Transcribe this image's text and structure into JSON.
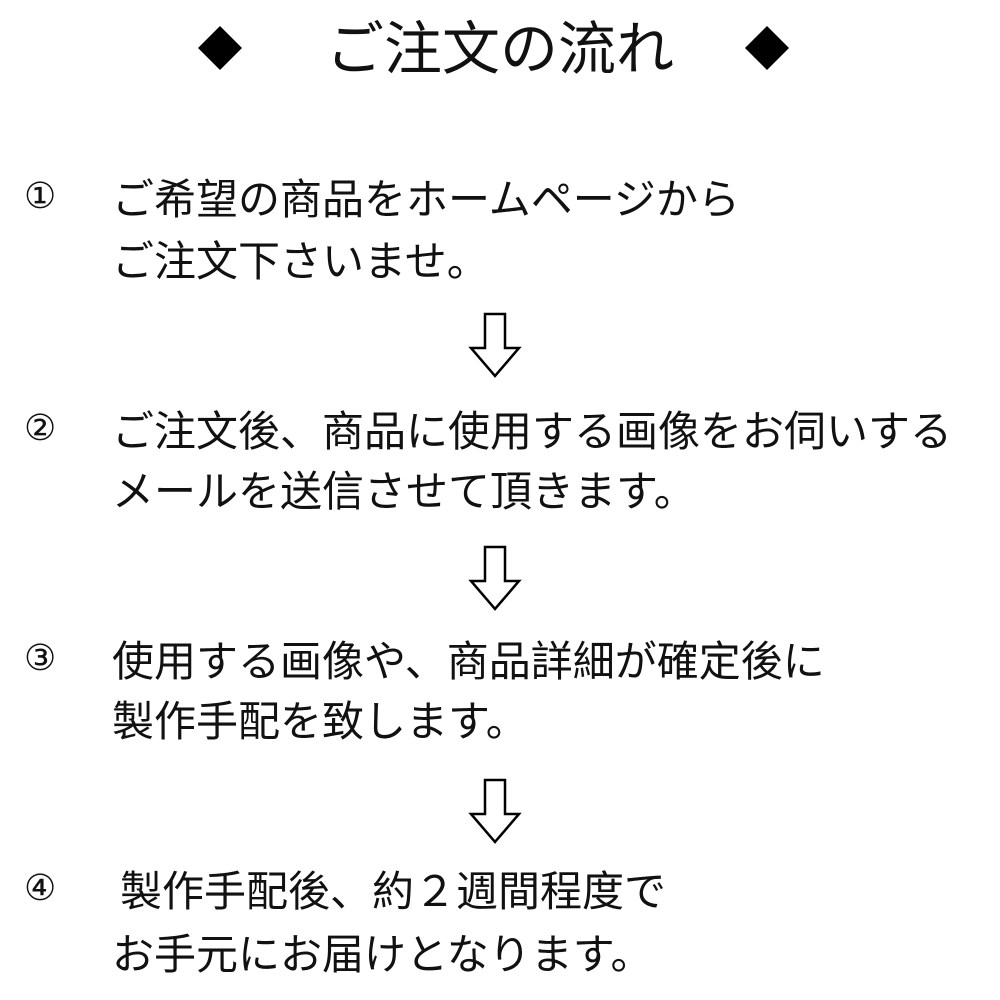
{
  "title": "ご注文の流れ",
  "title_icon": "diamond",
  "steps": [
    {
      "number": "①",
      "lines": [
        "ご希望の商品をホームページから",
        "ご注文下さいませ。"
      ]
    },
    {
      "number": "②",
      "lines": [
        "ご注文後、商品に使用する画像をお伺いする",
        "メールを送信させて頂きます。"
      ]
    },
    {
      "number": "③",
      "lines": [
        "使用する画像や、商品詳細が確定後に",
        "製作手配を致します。"
      ]
    },
    {
      "number": "④",
      "lines": [
        "製作手配後、約２週間程度で",
        "お手元にお届けとなります。"
      ]
    }
  ],
  "arrow_icon": "hollow-down-arrow"
}
